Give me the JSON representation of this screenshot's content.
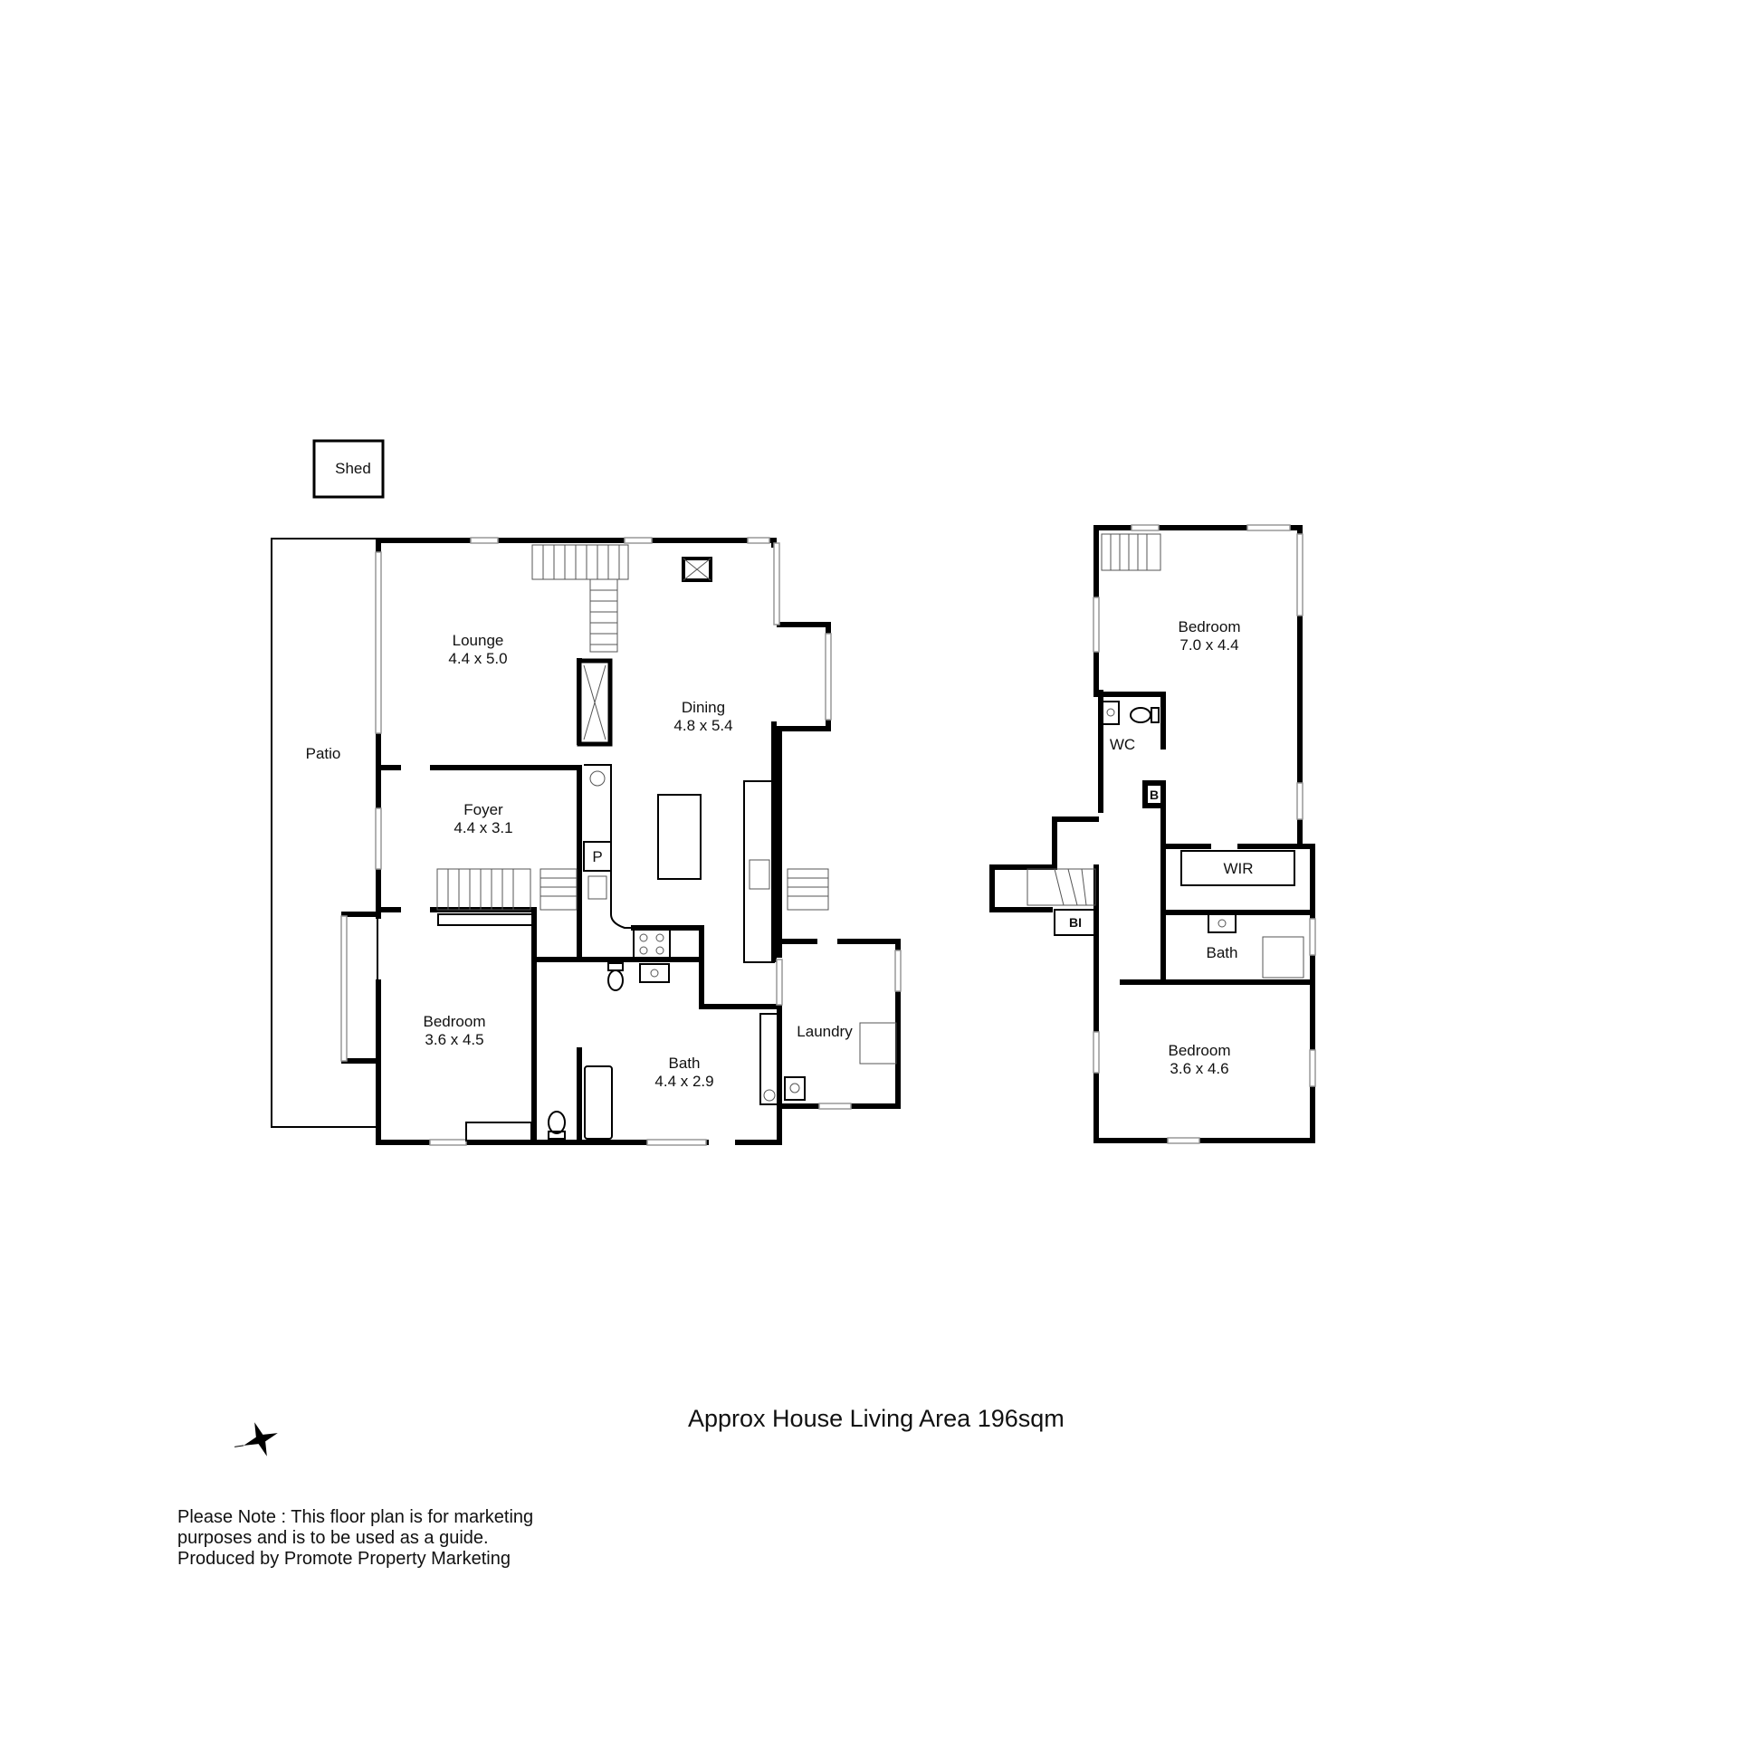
{
  "title": "Approx House Living Area 196sqm",
  "note": {
    "line1": "Please Note : This floor plan is for marketing",
    "line2": "purposes and is to be used as a guide.",
    "line3": "Produced by Promote Property Marketing"
  },
  "ground_floor": {
    "shed": "Shed",
    "patio": "Patio",
    "lounge": {
      "name": "Lounge",
      "size": "4.4 x 5.0"
    },
    "dining": {
      "name": "Dining",
      "size": "4.8 x 5.4"
    },
    "foyer": {
      "name": "Foyer",
      "size": "4.4 x 3.1"
    },
    "bedroom": {
      "name": "Bedroom",
      "size": "3.6 x 4.5"
    },
    "bath": {
      "name": "Bath",
      "size": "4.4 x 2.9"
    },
    "laundry": "Laundry",
    "pantry": "P"
  },
  "upper_floor": {
    "bedroom_main": {
      "name": "Bedroom",
      "size": "7.0 x 4.4"
    },
    "wc": "WC",
    "b_cupboard": "B",
    "wir": "WIR",
    "bi": "BI",
    "bath": "Bath",
    "bedroom_2": {
      "name": "Bedroom",
      "size": "3.6 x 4.6"
    }
  },
  "icons": [
    "compass-icon",
    "stairs-icon",
    "toilet-icon",
    "sink-icon",
    "bathtub-icon",
    "shower-icon",
    "fireplace-icon",
    "cooktop-icon"
  ]
}
